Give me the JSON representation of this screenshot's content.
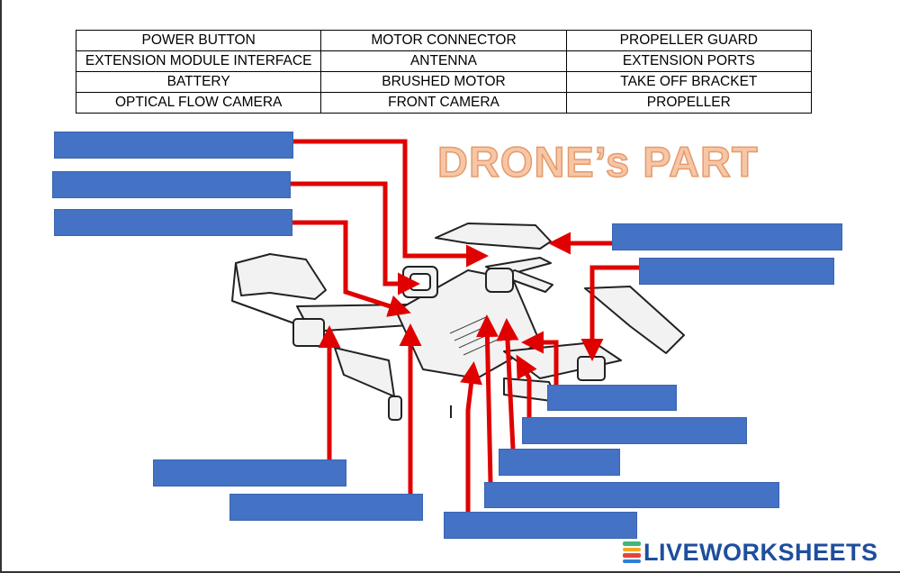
{
  "word_bank": [
    [
      "POWER BUTTON",
      "MOTOR CONNECTOR",
      "PROPELLER GUARD"
    ],
    [
      "EXTENSION MODULE INTERFACE",
      "ANTENNA",
      "EXTENSION PORTS"
    ],
    [
      "BATTERY",
      "BRUSHED MOTOR",
      "TAKE OFF BRACKET"
    ],
    [
      "OPTICAL FLOW CAMERA",
      "FRONT CAMERA",
      "PROPELLER"
    ]
  ],
  "title": "DRONE’s PART",
  "brand": {
    "text": "LIVEWORKSHEETS"
  },
  "colors": {
    "answer_box": "#4472c4",
    "arrow": "#e00000",
    "title": "#f6c6a6",
    "brand": "#1f4e9e"
  }
}
